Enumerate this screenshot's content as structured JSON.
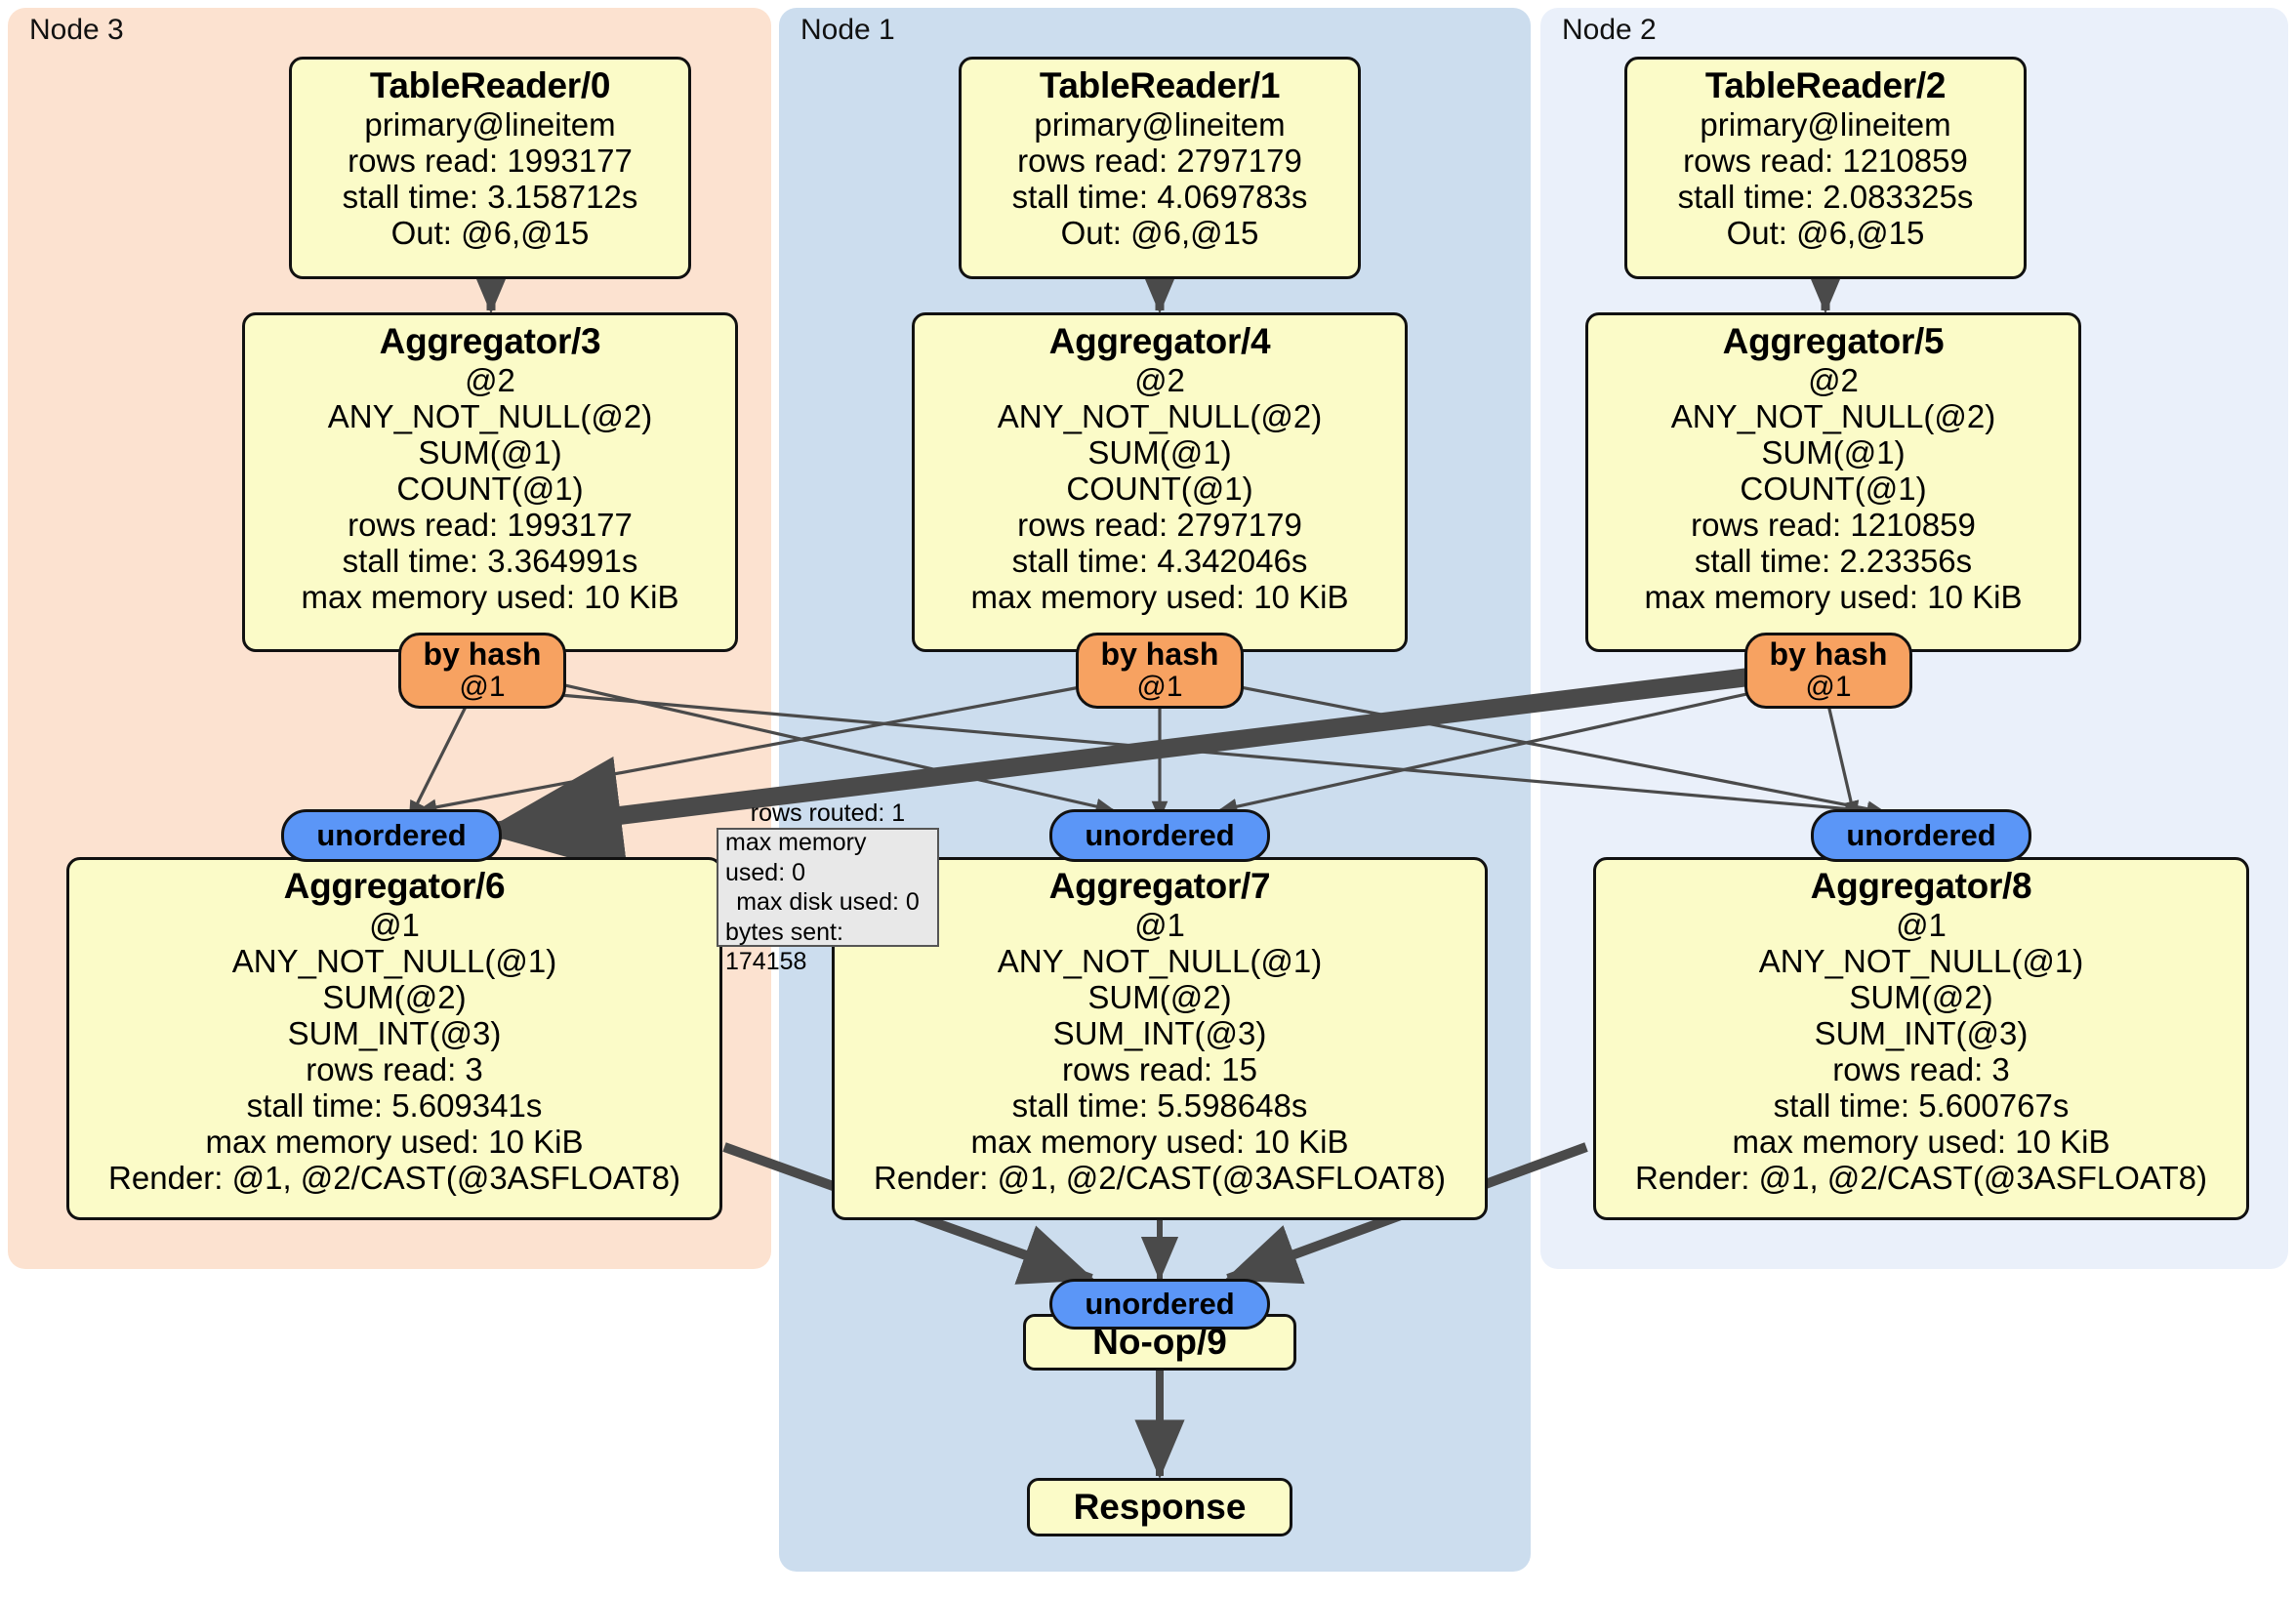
{
  "diagram": {
    "type": "distributed-query-execution-plan",
    "clusters": [
      {
        "id": "node3",
        "label": "Node 3",
        "color": "#FCE2D0"
      },
      {
        "id": "node1",
        "label": "Node 1",
        "color": "#CCDDEE"
      },
      {
        "id": "node2",
        "label": "Node 2",
        "color": "#EAF0FA"
      }
    ],
    "readers": [
      {
        "id": "tablereader-0",
        "title": "TableReader/0",
        "lines": [
          "primary@lineitem",
          "rows read: 1993177",
          "stall time: 3.158712s",
          "Out: @6,@15"
        ]
      },
      {
        "id": "tablereader-1",
        "title": "TableReader/1",
        "lines": [
          "primary@lineitem",
          "rows read: 2797179",
          "stall time: 4.069783s",
          "Out: @6,@15"
        ]
      },
      {
        "id": "tablereader-2",
        "title": "TableReader/2",
        "lines": [
          "primary@lineitem",
          "rows read: 1210859",
          "stall time: 2.083325s",
          "Out: @6,@15"
        ]
      }
    ],
    "aggregators_stage1": [
      {
        "id": "aggregator-3",
        "title": "Aggregator/3",
        "lines": [
          "@2",
          "ANY_NOT_NULL(@2)",
          "SUM(@1)",
          "COUNT(@1)",
          "rows read: 1993177",
          "stall time: 3.364991s",
          "max memory used: 10 KiB"
        ]
      },
      {
        "id": "aggregator-4",
        "title": "Aggregator/4",
        "lines": [
          "@2",
          "ANY_NOT_NULL(@2)",
          "SUM(@1)",
          "COUNT(@1)",
          "rows read: 2797179",
          "stall time: 4.342046s",
          "max memory used: 10 KiB"
        ]
      },
      {
        "id": "aggregator-5",
        "title": "Aggregator/5",
        "lines": [
          "@2",
          "ANY_NOT_NULL(@2)",
          "SUM(@1)",
          "COUNT(@1)",
          "rows read: 1210859",
          "stall time: 2.23356s",
          "max memory used: 10 KiB"
        ]
      }
    ],
    "routers": [
      {
        "id": "router-3",
        "title": "by hash",
        "sub": "@1"
      },
      {
        "id": "router-4",
        "title": "by hash",
        "sub": "@1"
      },
      {
        "id": "router-5",
        "title": "by hash",
        "sub": "@1"
      }
    ],
    "receivers": [
      {
        "id": "receiver-6",
        "label": "unordered"
      },
      {
        "id": "receiver-7",
        "label": "unordered"
      },
      {
        "id": "receiver-8",
        "label": "unordered"
      },
      {
        "id": "receiver-9",
        "label": "unordered"
      }
    ],
    "aggregators_stage2": [
      {
        "id": "aggregator-6",
        "title": "Aggregator/6",
        "lines": [
          "@1",
          "ANY_NOT_NULL(@1)",
          "SUM(@2)",
          "SUM_INT(@3)",
          "rows read: 3",
          "stall time: 5.609341s",
          "max memory used: 10 KiB",
          "Render: @1, @2/CAST(@3ASFLOAT8)"
        ]
      },
      {
        "id": "aggregator-7",
        "title": "Aggregator/7",
        "lines": [
          "@1",
          "ANY_NOT_NULL(@1)",
          "SUM(@2)",
          "SUM_INT(@3)",
          "rows read: 15",
          "stall time: 5.598648s",
          "max memory used: 10 KiB",
          "Render: @1, @2/CAST(@3ASFLOAT8)"
        ]
      },
      {
        "id": "aggregator-8",
        "title": "Aggregator/8",
        "lines": [
          "@1",
          "ANY_NOT_NULL(@1)",
          "SUM(@2)",
          "SUM_INT(@3)",
          "rows read: 3",
          "stall time: 5.600767s",
          "max memory used: 10 KiB",
          "Render: @1, @2/CAST(@3ASFLOAT8)"
        ]
      }
    ],
    "edge_stats": {
      "id": "stream-stats",
      "lines": [
        "rows routed: 1",
        "max memory used: 0",
        "max disk used: 0",
        "bytes sent: 174158"
      ]
    },
    "terminal": {
      "noop": {
        "id": "no-op-9",
        "label": "No-op/9"
      },
      "response": {
        "id": "response",
        "label": "Response"
      }
    },
    "colors": {
      "operator_fill": "#FBFBC8",
      "router_fill": "#F7A261",
      "receiver_fill": "#5B96F7",
      "stats_fill": "#E8E8E8",
      "edge_stroke": "#4A4A4A"
    }
  }
}
